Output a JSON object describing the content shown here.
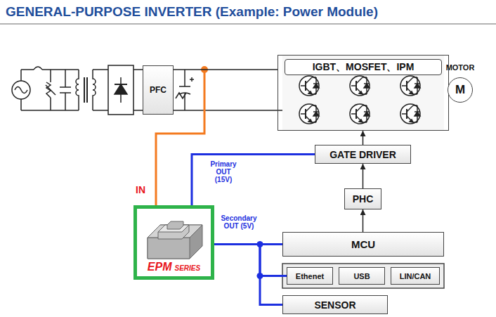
{
  "diagram": {
    "title": "GENERAL-PURPOSE INVERTER (Example: Power Module)",
    "nodes": [
      {
        "text": [
          "PFC"
        ]
      },
      {
        "text": [
          "IGBT、MOSFET、IPM"
        ]
      },
      {
        "text": [
          "MOTOR",
          "M"
        ]
      },
      {
        "text": [
          "GATE DRIVER"
        ]
      },
      {
        "text": [
          "PHC"
        ]
      },
      {
        "text": [
          "EPM",
          "SERIES"
        ]
      },
      {
        "text": [
          "MCU"
        ]
      },
      {
        "text": [
          "Ethenet"
        ]
      },
      {
        "text": [
          "USB"
        ]
      },
      {
        "text": [
          "LIN/CAN"
        ]
      },
      {
        "text": [
          "SENSOR"
        ]
      }
    ],
    "edges": [
      {
        "from": 0,
        "to": 1,
        "arrow": "none"
      },
      {
        "from": 1,
        "to": 2,
        "arrow": "none"
      },
      {
        "from": 3,
        "to": 1,
        "arrow": "to"
      },
      {
        "from": 4,
        "to": 3,
        "arrow": "to"
      },
      {
        "from": 6,
        "to": 4,
        "arrow": "to"
      },
      {
        "from": 5,
        "to": 3,
        "label": "Primary OUT (15V)",
        "arrow": "none"
      },
      {
        "from": 5,
        "to": 6,
        "label": "Secondary OUT (5V)",
        "arrow": "none"
      },
      {
        "from": 5,
        "to": 7,
        "arrow": "none"
      },
      {
        "from": 5,
        "to": 10,
        "arrow": "none"
      }
    ],
    "labels": [
      "IN"
    ]
  }
}
